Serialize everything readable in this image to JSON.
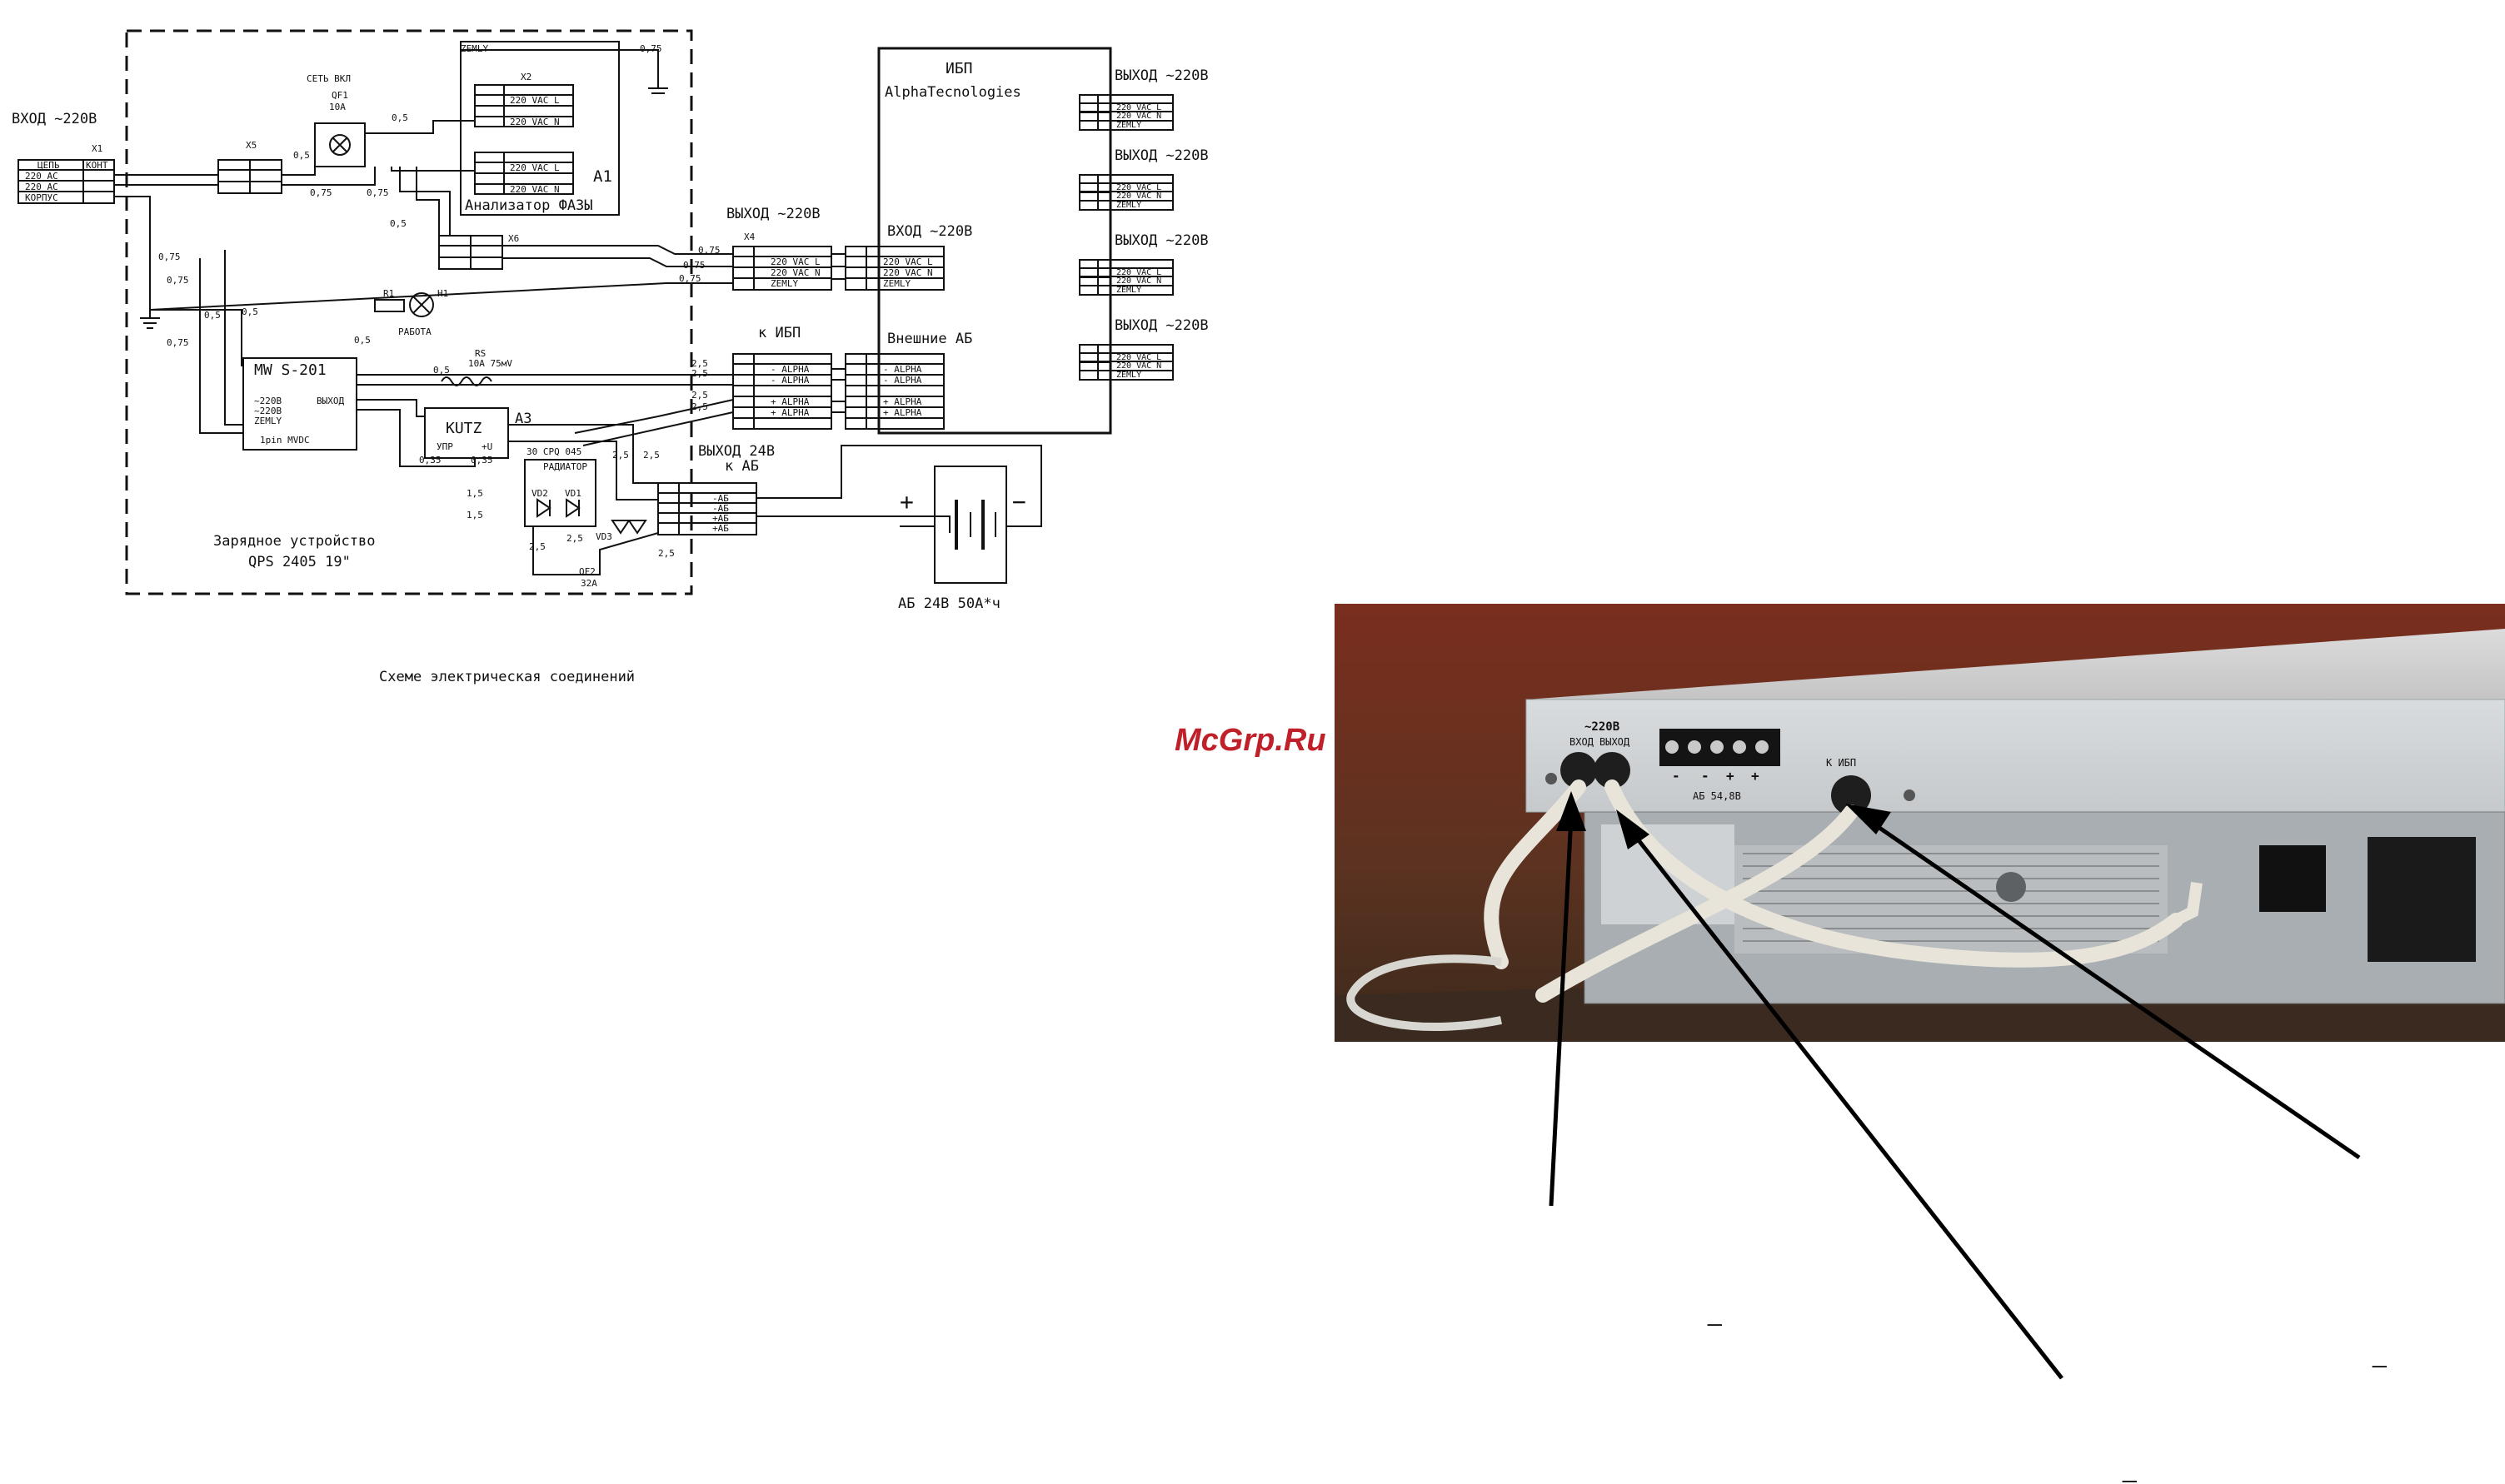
{
  "diagram": {
    "inputs": {
      "main_in": "ВХОД ~220В",
      "x1_label": "X1",
      "power_label": "СЕТЬ ВКЛ",
      "breaker": "QF1",
      "breaker_rating": "10А",
      "header_chain": "ЦЕПЬ",
      "header_kont": "КОНТ",
      "row_ac_l": "220 АС",
      "row_ac_n": "220 АС",
      "row_case": "КОРПУС",
      "x5": "X5",
      "x6": "X6",
      "x2": "X2",
      "x4": "X4"
    },
    "analyzer": {
      "title": "Анализатор ФАЗЫ",
      "ref": "А1",
      "row1": "220 VAC L",
      "row2": "220 VAC N",
      "ground": "ZEMLY"
    },
    "charger": {
      "title": "Зарядное устройство",
      "model": "QPS 2405 19\"",
      "psu": "MW S-201",
      "psu_in1": "~220В",
      "psu_in2": "~220В",
      "psu_gnd": "ZEMLY",
      "psu_out": "ВЫХОД",
      "psu_sig": "1pin MVDC",
      "lamp_label": "РАБОТА",
      "r1": "R1",
      "h1": "H1",
      "rs": "RS",
      "rs_val": "10А 75мV",
      "kutz": "KUTZ",
      "kutz_ctl": "УПР",
      "kutz_u": "+U",
      "a3": "А3",
      "heatsink_part": "30 CPQ 045",
      "heatsink": "РАДИАТОР",
      "vd1": "VD1",
      "vd2": "VD2",
      "vd3": "VD3",
      "qf2": "QF2",
      "qf2_rating": "32А"
    },
    "ups": {
      "title": "ИБП",
      "maker": "AlphaTecnologies",
      "in_label": "ВХОД ~220В",
      "ext_batt": "Внешние АБ",
      "out_label": "ВЫХОД ~220В"
    },
    "midblocks": {
      "out_220": "ВЫХОД ~220В",
      "to_ups": "к ИБП",
      "out_24": "ВЫХОД 24В",
      "to_batt": "к АБ"
    },
    "tables": {
      "ac_rows": [
        "220 VAC L",
        "220 VAC N",
        "ZEMLY"
      ],
      "alpha_rows": [
        "- ALPHA",
        "- ALPHA",
        "",
        "+ ALPHA",
        "+ ALPHA",
        ""
      ],
      "dc_rows": [
        "-АБ",
        "-АБ",
        "+АБ",
        "+АБ"
      ]
    },
    "wire_gauges": [
      "0,75",
      "0,5",
      "2,5",
      "1,5",
      "0,35"
    ],
    "battery": "АБ 24В 50А*ч",
    "caption": "Схеме электрическая соединений"
  },
  "photo": {
    "label_220": "~220В",
    "label_in": "ВХОД",
    "label_out": "ВЫХОД",
    "label_ab": "АБ 54,8В",
    "label_ups": "К ИБП",
    "terminals": [
      "-",
      "-",
      "+",
      "+"
    ]
  },
  "watermark": "McGrp.Ru",
  "callout_marks": [
    "_",
    "_",
    "_"
  ]
}
